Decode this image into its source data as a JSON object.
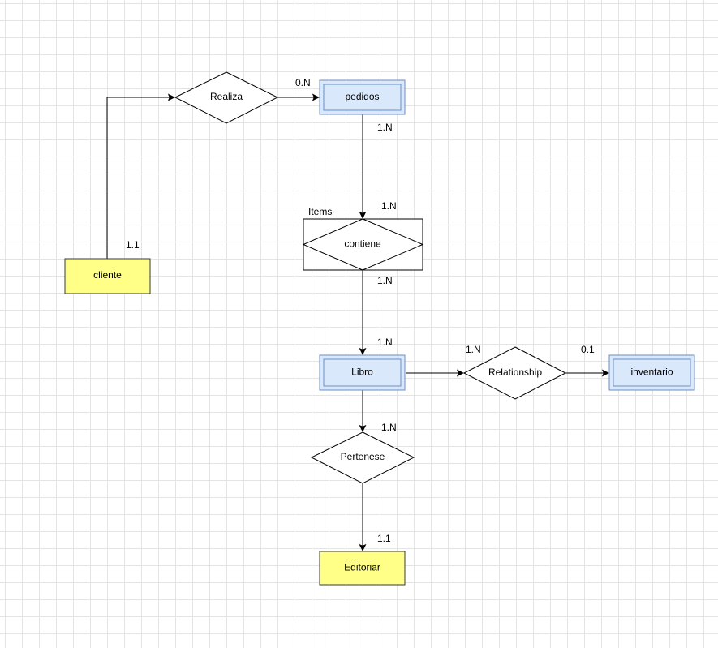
{
  "colors": {
    "entity_fill": "#ffff88",
    "weak_entity_fill": "#dae8fc",
    "weak_entity_stroke": "#6c8ebf",
    "line": "#000000"
  },
  "entities": {
    "cliente": "cliente",
    "editoriar": "Editoriar"
  },
  "weak_entities": {
    "pedidos": "pedidos",
    "libro": "Libro",
    "inventario": "inventario"
  },
  "relationships": {
    "realiza": "Realiza",
    "contiene": "contiene",
    "relationship": "Relationship",
    "pertenese": "Pertenese"
  },
  "associative_label": "Items",
  "cardinalities": {
    "cliente_realiza": "1.1",
    "realiza_pedidos": "0.N",
    "pedidos_contiene": "1.N",
    "contiene_top": "1.N",
    "contiene_libro": "1.N",
    "libro_top": "1.N",
    "libro_relationship": "1.N",
    "relationship_inventario": "0.1",
    "libro_pertenese": "1.N",
    "pertenese_editoriar": "1.1"
  }
}
